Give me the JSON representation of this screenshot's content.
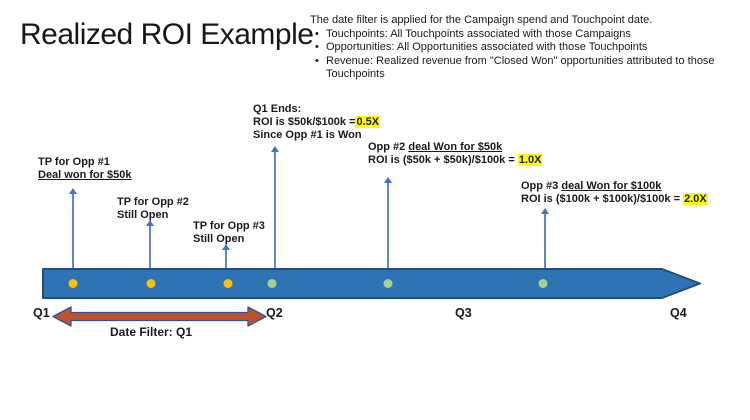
{
  "title": "Realized ROI Example",
  "info": {
    "intro": "The date filter is applied for the Campaign spend and Touchpoint date.",
    "bullet_char": "•",
    "bullets": [
      "Touchpoints: All Touchpoints associated with those Campaigns",
      "Opportunities: All Opportunities associated with those Touchpoints",
      "Revenue: Realized revenue from \"Closed Won\" opportunities attributed to those Touchpoints"
    ]
  },
  "annotations": {
    "tp1": {
      "line1": "TP for Opp #1",
      "line2_underline": "Deal won for $50k"
    },
    "tp2": {
      "line1": "TP for Opp #2",
      "line2": "Still Open"
    },
    "tp3": {
      "line1": "TP for Opp #3",
      "line2": "Still Open"
    },
    "q1_ends": {
      "line1": "Q1 Ends:",
      "line2_prefix": "ROI is $50k/$100k =",
      "line2_highlight": "0.5X",
      "line3": "Since Opp #1 is Won"
    },
    "opp2": {
      "line1_prefix": "Opp #2 ",
      "line1_underline": "deal Won for $50k",
      "line2_prefix": "ROI is ($50k + $50k)/$100k = ",
      "line2_highlight": "1.0X"
    },
    "opp3": {
      "line1_prefix": "Opp #3 ",
      "line1_underline": "deal Won for $100k",
      "line2_prefix": "ROI is ($100k + $100k)/$100k = ",
      "line2_highlight": "2.0X"
    }
  },
  "timeline": {
    "quarters": [
      "Q1",
      "Q2",
      "Q3",
      "Q4"
    ],
    "date_filter_label": "Date Filter: Q1",
    "dots": [
      {
        "kind": "touchpoint",
        "label": "TP for Opp #1"
      },
      {
        "kind": "touchpoint",
        "label": "TP for Opp #2"
      },
      {
        "kind": "touchpoint",
        "label": "TP for Opp #3"
      },
      {
        "kind": "won",
        "label": "Q1 Ends / Opp #1 Won"
      },
      {
        "kind": "won",
        "label": "Opp #2 deal Won"
      },
      {
        "kind": "won",
        "label": "Opp #3 deal Won"
      }
    ]
  },
  "colors": {
    "bar_fill": "#2e74b5",
    "bar_stroke": "#1f4e79",
    "arrow_blue": "#4472c4",
    "dot_touchpoint": "#ffc000",
    "dot_won": "#a9d18e",
    "filter_fill": "#c0512a",
    "filter_stroke": "#2e5395",
    "highlight": "#ffff00"
  }
}
